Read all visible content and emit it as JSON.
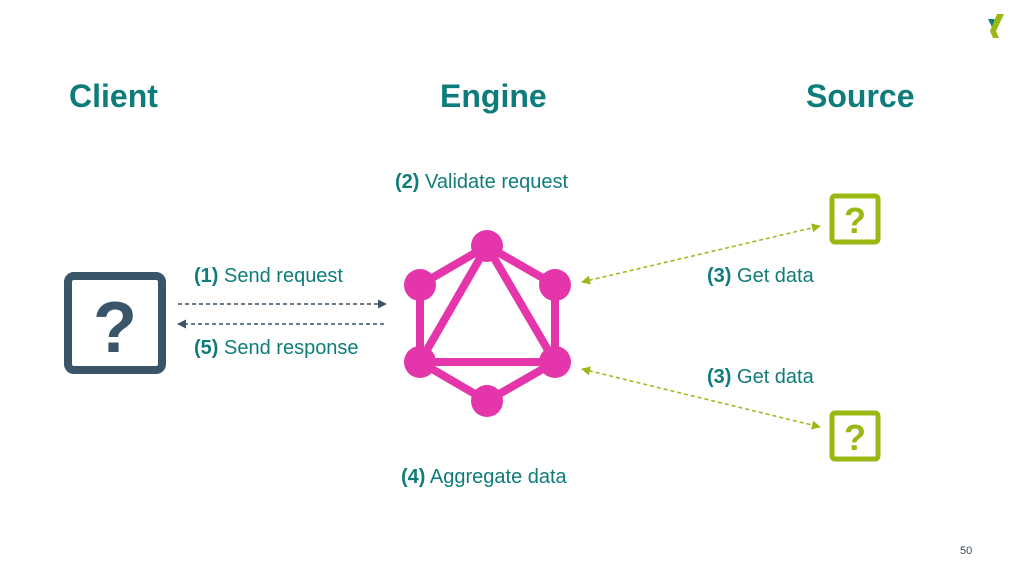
{
  "headings": {
    "client": "Client",
    "engine": "Engine",
    "source": "Source"
  },
  "steps": {
    "validate": {
      "num": "(2)",
      "text": "Validate request"
    },
    "send_request": {
      "num": "(1)",
      "text": "Send request"
    },
    "send_response": {
      "num": "(5)",
      "text": "Send response"
    },
    "get_data_top": {
      "num": "(3)",
      "text": "Get data"
    },
    "get_data_bottom": {
      "num": "(3)",
      "text": "Get data"
    },
    "aggregate": {
      "num": "(4)",
      "text": "Aggregate data"
    }
  },
  "page_number": "50",
  "icons": {
    "client": "question-box-icon",
    "engine": "graphql-logo-icon",
    "sources": "question-box-icon",
    "brand": "xing-logo-icon"
  },
  "colors": {
    "teal": "#0e7c7b",
    "client_icon": "#3a5468",
    "engine_logo": "#e535ab",
    "source_icon": "#9ab813",
    "brand_logo": "#9ab813"
  }
}
